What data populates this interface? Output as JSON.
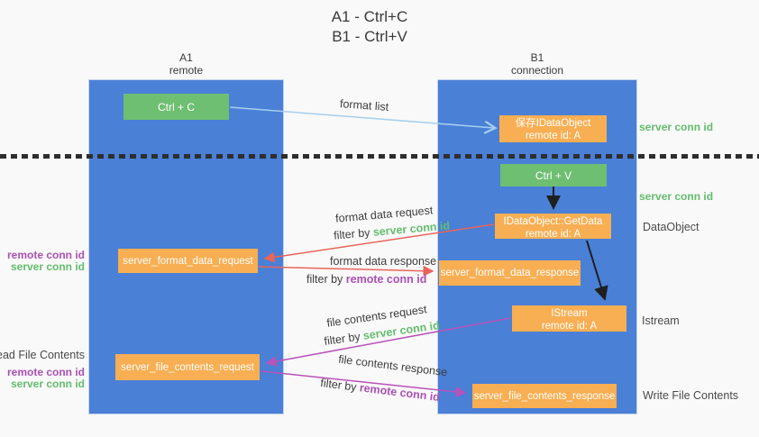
{
  "title": {
    "line1": "A1 - Ctrl+C",
    "line2": "B1 - Ctrl+V"
  },
  "lanes": {
    "left": {
      "label": "A1",
      "sublabel": "remote"
    },
    "right": {
      "label": "B1",
      "sublabel": "connection"
    }
  },
  "nodes": {
    "ctrl_c": {
      "label": "Ctrl + C"
    },
    "save_idataobject": {
      "line1": "保存IDataObject",
      "line2": "remote id: A"
    },
    "ctrl_v": {
      "label": "Ctrl + V"
    },
    "getdata": {
      "line1": "IDataObject::GetData",
      "line2": "remote id: A"
    },
    "format_request": {
      "label": "server_format_data_request"
    },
    "format_response": {
      "label": "server_format_data_response"
    },
    "istream": {
      "line1": "IStream",
      "line2": "remote id: A"
    },
    "file_request": {
      "label": "server_file_contents_request"
    },
    "file_response": {
      "label": "server_file_contents_response"
    }
  },
  "edge_labels": {
    "format_list": "format list",
    "format_data_request": "format data request",
    "format_data_request_filter": {
      "prefix": "filter by ",
      "key": "server conn id"
    },
    "format_data_response": "format data response",
    "format_data_response_filter": {
      "prefix": "filter by ",
      "key": "remote conn id"
    },
    "file_contents_request": "file contents request",
    "file_contents_request_filter": {
      "prefix": "filter by ",
      "key": "server conn id"
    },
    "file_contents_response": "file contents response",
    "file_contents_response_filter": {
      "prefix": "filter by ",
      "key": "remote conn id"
    }
  },
  "side_labels": {
    "left": {
      "remote_conn_id": "remote conn id",
      "server_conn_id": "server conn id",
      "read_file_contents": "Read File Contents",
      "remote_conn_id_2": "remote conn id",
      "server_conn_id_2": "server conn id"
    },
    "right": {
      "server_conn_id_1": "server conn id",
      "server_conn_id_2": "server conn id",
      "dataobject": "DataObject",
      "istream": "Istream",
      "write_file_contents": "Write File Contents"
    }
  },
  "colors": {
    "lane_blue": "#4a80d6",
    "box_green": "#6fbf72",
    "box_orange": "#f8ae52",
    "arrow_red": "#e8655a",
    "arrow_magenta": "#b853ba",
    "arrow_lightblue": "#a5cfed",
    "arrow_black": "#1f1f1f",
    "conn_id_green": "#64bd6d",
    "conn_id_purple": "#ab50b5"
  }
}
